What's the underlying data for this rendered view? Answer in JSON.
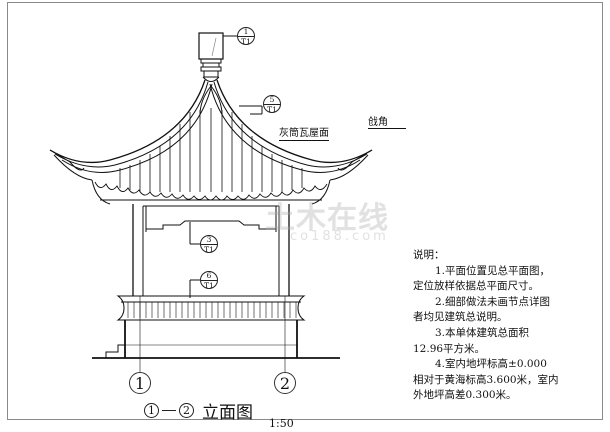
{
  "drawing": {
    "title_axis_from": "1",
    "title_axis_to": "2",
    "title_text": "立面图",
    "scale": "1:50"
  },
  "axes": [
    {
      "label": "1"
    },
    {
      "label": "2"
    }
  ],
  "callouts": [
    {
      "num": "1",
      "sheet": "T1"
    },
    {
      "num": "5",
      "sheet": "T1"
    },
    {
      "num": "3",
      "sheet": "T1"
    },
    {
      "num": "6",
      "sheet": "T1"
    }
  ],
  "labels": {
    "roof": "灰筒瓦屋面",
    "corner": "戗角"
  },
  "notes": {
    "heading": "说明：",
    "items": [
      {
        "line1": "1.平面位置见总平面图，",
        "line2": "定位放样依据总平面尺寸。"
      },
      {
        "line1": "2.细部做法未画节点详图",
        "line2": "者均见建筑总说明。"
      },
      {
        "line1": "3.本单体建筑总面积",
        "line2": "12.96平方米。"
      },
      {
        "line1": "4.室内地坪标高±0.000",
        "line2": "相对于黄海标高3.600米，室内",
        "line3": "外地坪高差0.300米。"
      }
    ]
  },
  "watermark": {
    "main": "土木在线",
    "sub": "co188.com"
  },
  "colors": {
    "line": "#111111",
    "frame": "#8a8a8a",
    "background": "#ffffff"
  }
}
